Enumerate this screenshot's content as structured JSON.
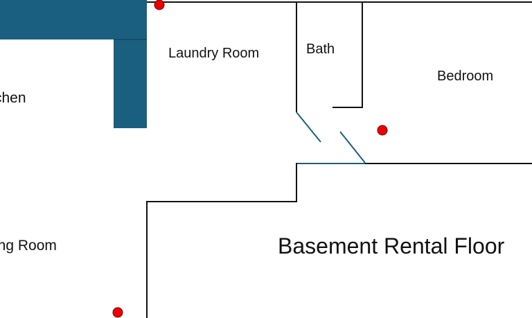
{
  "rooms": {
    "kitchen": "chen",
    "laundry": "Laundry Room",
    "bath": "Bath",
    "bedroom": "Bedroom",
    "living": "ing Room"
  },
  "title": "Basement Rental Floor",
  "colors": {
    "wall": "#111111",
    "cabinet": "#1a5f80",
    "door": "#1a5f80",
    "marker": "#ee0000"
  }
}
